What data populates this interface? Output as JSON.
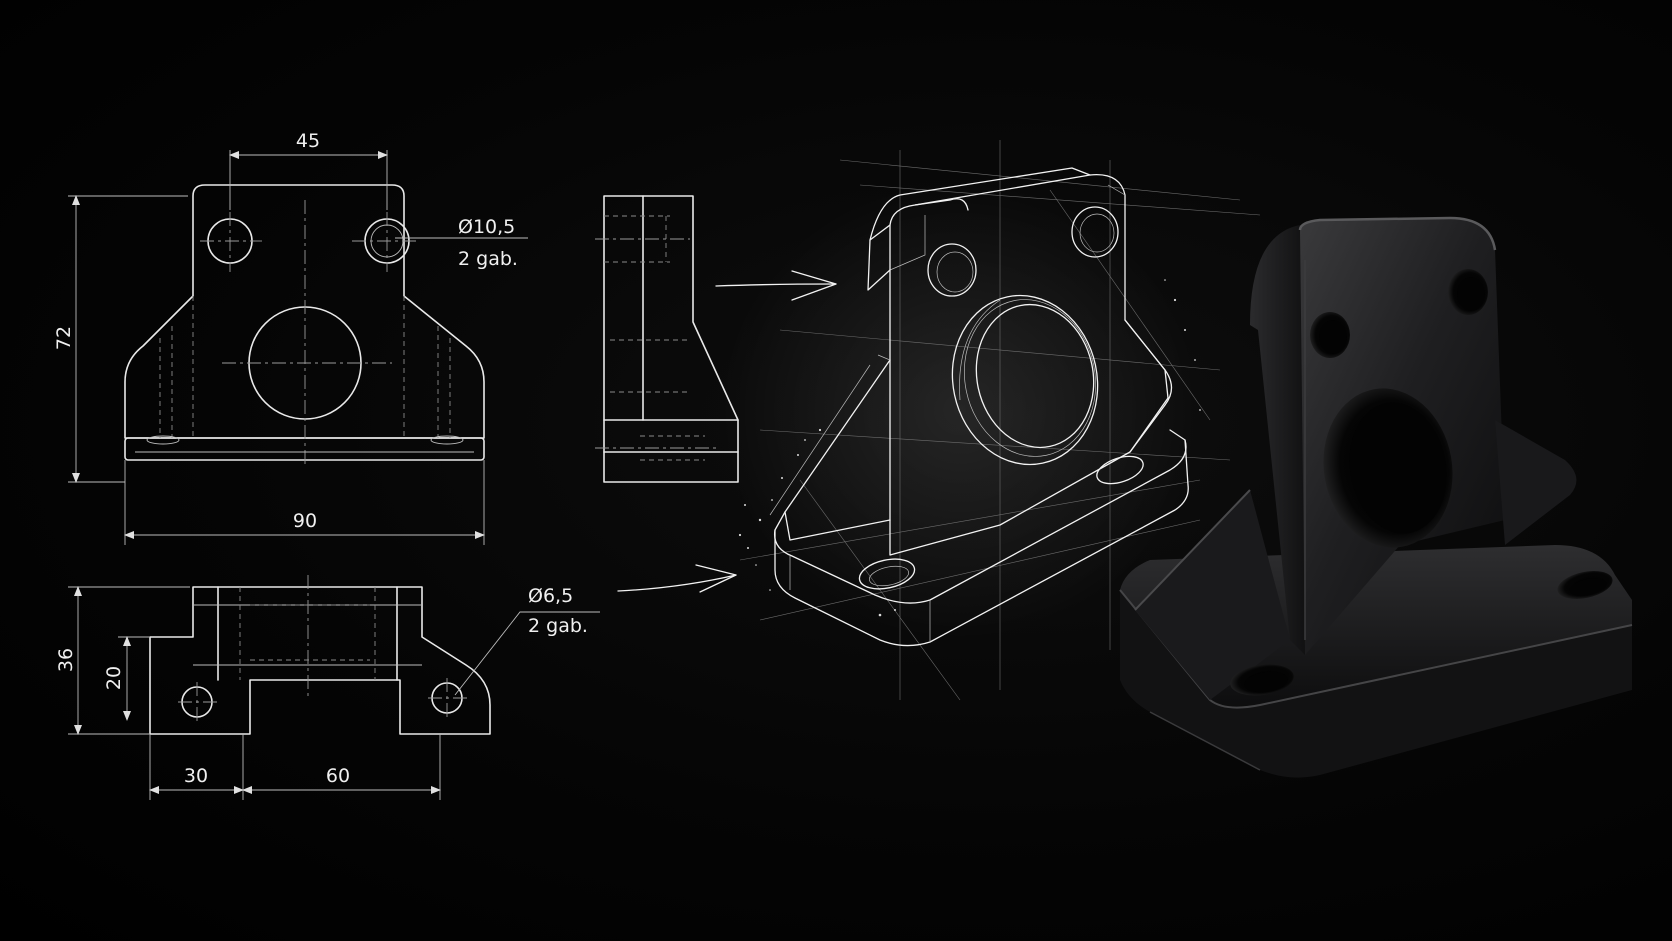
{
  "colors": {
    "background": "#000000",
    "linework": "#e9e9e9",
    "part_body": "#1c1c1e"
  },
  "dimensions": {
    "top_width": "45",
    "height": "72",
    "width": "90",
    "large_hole_dia": "Ø10,5",
    "large_hole_qty": "2 gab.",
    "base_height": "36",
    "slot_height": "20",
    "small_hole_dia": "Ø6,5",
    "small_hole_qty": "2 gab.",
    "side_offset": "30",
    "hole_spacing": "60"
  }
}
